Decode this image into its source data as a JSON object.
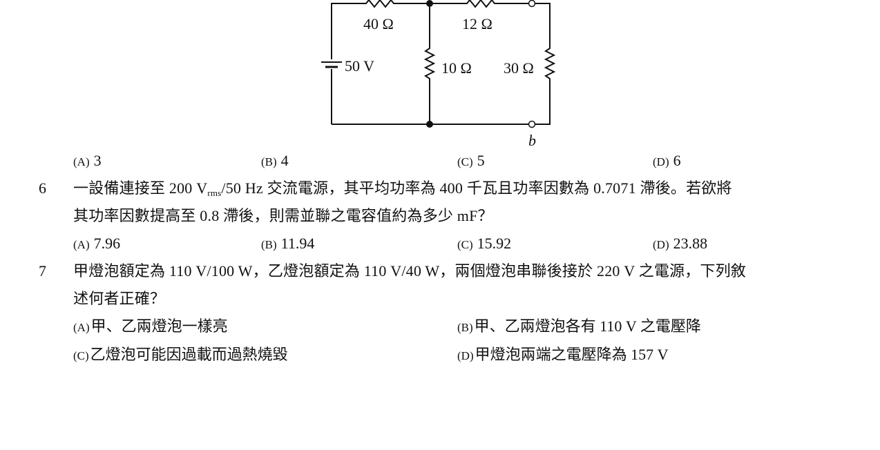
{
  "circuit": {
    "labels": {
      "r_top_left": "40 Ω",
      "r_top_right": "12 Ω",
      "source": "50 V",
      "r_middle": "10 Ω",
      "r_right": "30 Ω",
      "terminal_b": "b"
    }
  },
  "q5": {
    "options": [
      {
        "tag": "(A)",
        "text": "3"
      },
      {
        "tag": "(B)",
        "text": "4"
      },
      {
        "tag": "(C)",
        "text": "5"
      },
      {
        "tag": "(D)",
        "text": "6"
      }
    ]
  },
  "q6": {
    "number": "6",
    "line1_a": "一設備連接至 200 V",
    "line1_sub": "rms",
    "line1_b": "/50 Hz 交流電源，其平均功率為 400 千瓦且功率因數為 0.7071 滯後。若欲將",
    "line2": "其功率因數提高至 0.8 滯後，則需並聯之電容值約為多少 mF？",
    "options": [
      {
        "tag": "(A)",
        "text": "7.96"
      },
      {
        "tag": "(B)",
        "text": "11.94"
      },
      {
        "tag": "(C)",
        "text": "15.92"
      },
      {
        "tag": "(D)",
        "text": "23.88"
      }
    ]
  },
  "q7": {
    "number": "7",
    "line1": "甲燈泡額定為 110 V/100 W，乙燈泡額定為 110 V/40 W，兩個燈泡串聯後接於 220 V 之電源，下列敘",
    "line2": "述何者正確？",
    "options": [
      {
        "tag": "(A)",
        "text": "甲、乙兩燈泡一樣亮"
      },
      {
        "tag": "(B)",
        "text": "甲、乙兩燈泡各有 110 V 之電壓降"
      },
      {
        "tag": "(C)",
        "text": "乙燈泡可能因過載而過熱燒毀"
      },
      {
        "tag": "(D)",
        "text": "甲燈泡兩端之電壓降為 157 V"
      }
    ]
  }
}
